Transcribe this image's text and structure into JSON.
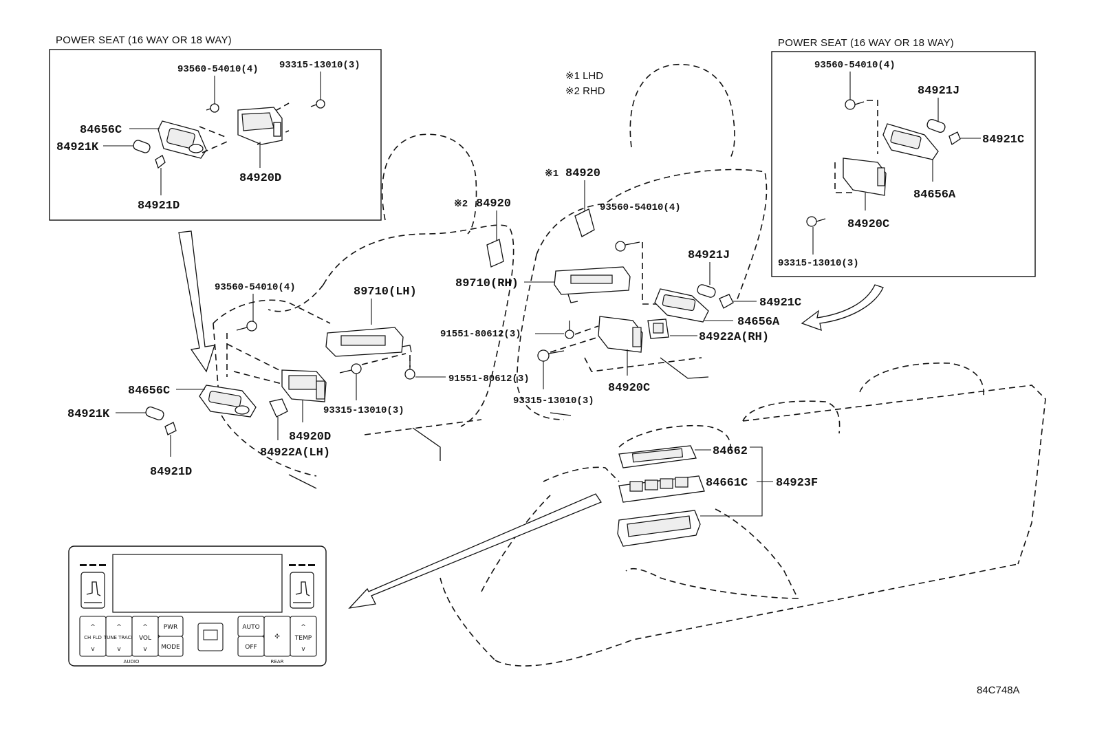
{
  "diagram": {
    "left_inset": {
      "title": "POWER SEAT (16 WAY  OR  18 WAY)",
      "labels": {
        "bolt_a": "93560-54010(4)",
        "bolt_b": "93315-13010(3)",
        "cover": "84656C",
        "knob_k": "84921K",
        "knob_d": "84921D",
        "switch": "84920D"
      }
    },
    "right_inset": {
      "title": "POWER SEAT (16 WAY  OR  18 WAY)",
      "labels": {
        "bolt_a": "93560-54010(4)",
        "knob_j": "84921J",
        "knob_c": "84921C",
        "cover": "84656A",
        "switch": "84920C",
        "bolt_b": "93315-13010(3)"
      }
    },
    "notes": {
      "lhd": "※1  LHD",
      "rhd": "※2  RHD"
    },
    "main_labels": {
      "sw_rhd_mark": "※2",
      "sw_rhd": "84920",
      "sw_lhd_mark": "※1",
      "sw_lhd": "84920",
      "bolt_a_right": "93560-54010(4)",
      "knob_j": "84921J",
      "ecu_rh": "89710(RH)",
      "knob_c": "84921C",
      "cover_a": "84656A",
      "screw_rh": "91551-80612(3)",
      "switch_rh": "84922A(RH)",
      "bolt_b_right": "93315-13010(3)",
      "switch_c": "84920C",
      "bolt_a_left": "93560-54010(4)",
      "ecu_lh": "89710(LH)",
      "cover_c": "84656C",
      "knob_k": "84921K",
      "screw_lh": "91551-80612(3)",
      "bolt_b_left": "93315-13010(3)",
      "switch_d": "84920D",
      "switch_lh": "84922A(LH)",
      "knob_d": "84921D",
      "rear_trim": "84662",
      "rear_switch": "84661C",
      "rear_assy": "84923F"
    },
    "panel": {
      "ch_fld": "CH FLD",
      "tune_track": "TUNE TRACK",
      "vol": "VOL",
      "pwr": "PWR",
      "mode": "MODE",
      "audio": "AUDIO",
      "auto": "AUTO",
      "off": "OFF",
      "temp": "TEMP",
      "rear": "REAR"
    },
    "ref_code": "84C748A"
  }
}
